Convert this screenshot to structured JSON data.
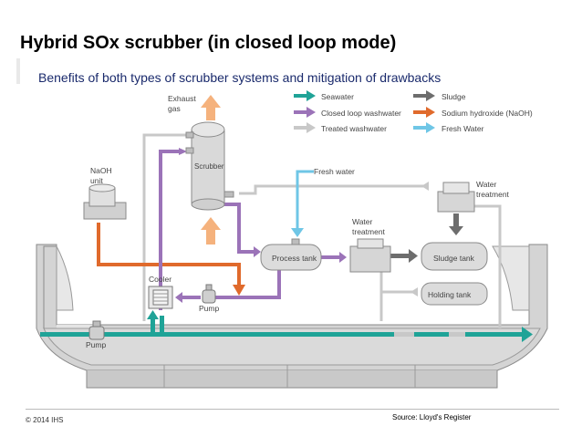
{
  "header": {
    "title": "Hybrid SOx scrubber (in closed loop mode)",
    "subtitle": "Benefits of both types of scrubber systems and mitigation of  drawbacks"
  },
  "legend": {
    "items": [
      {
        "label": "Seawater",
        "color": "#1fa397"
      },
      {
        "label": "Closed loop washwater",
        "color": "#9b73b8"
      },
      {
        "label": "Treated washwater",
        "color": "#c8c8c8"
      },
      {
        "label": "Sludge",
        "color": "#6d6d6d"
      },
      {
        "label": "Sodium hydroxide (NaOH)",
        "color": "#e06a2c"
      },
      {
        "label": "Fresh Water",
        "color": "#6fc6e6"
      }
    ]
  },
  "labels": {
    "exhaust_gas_1": "Exhaust",
    "exhaust_gas_2": "gas",
    "naoh_unit_1": "NaOH",
    "naoh_unit_2": "unit",
    "scrubber": "Scrubber",
    "fresh_water": "Fresh water",
    "water_treatment_right_1": "Water",
    "water_treatment_right_2": "treatment",
    "water_treatment_mid_1": "Water",
    "water_treatment_mid_2": "treatment",
    "process_tank": "Process tank",
    "sludge_tank": "Sludge tank",
    "holding_tank": "Holding tank",
    "cooler": "Cooler",
    "pump_upper": "Pump",
    "pump_lower": "Pump"
  },
  "footer": {
    "copyright": "© 2014 IHS",
    "source": "Source: Lloyd's Register"
  },
  "colors": {
    "seawater": "#1fa397",
    "closed_loop": "#9b73b8",
    "treated": "#c8c8c8",
    "sludge": "#6d6d6d",
    "naoh": "#e06a2c",
    "fresh": "#6fc6e6",
    "exhaust": "#f5b27d"
  }
}
